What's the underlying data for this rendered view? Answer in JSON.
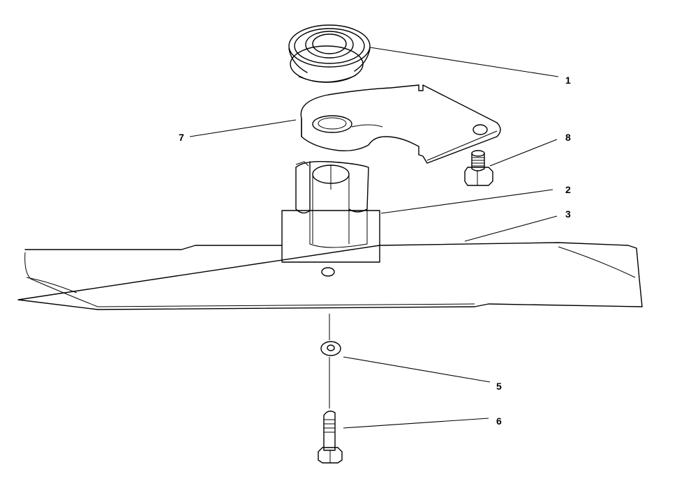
{
  "diagram": {
    "parts": [
      {
        "id": "spindle-pulley",
        "callout": "1"
      },
      {
        "id": "blade-adapter",
        "callout": "2"
      },
      {
        "id": "mower-blade",
        "callout": "3"
      },
      {
        "id": "washer",
        "callout": "5"
      },
      {
        "id": "blade-bolt",
        "callout": "6"
      },
      {
        "id": "anti-scalp-bracket",
        "callout": "7"
      },
      {
        "id": "cap-screw",
        "callout": "8"
      }
    ],
    "line_color": "#000000",
    "background": "#ffffff"
  }
}
